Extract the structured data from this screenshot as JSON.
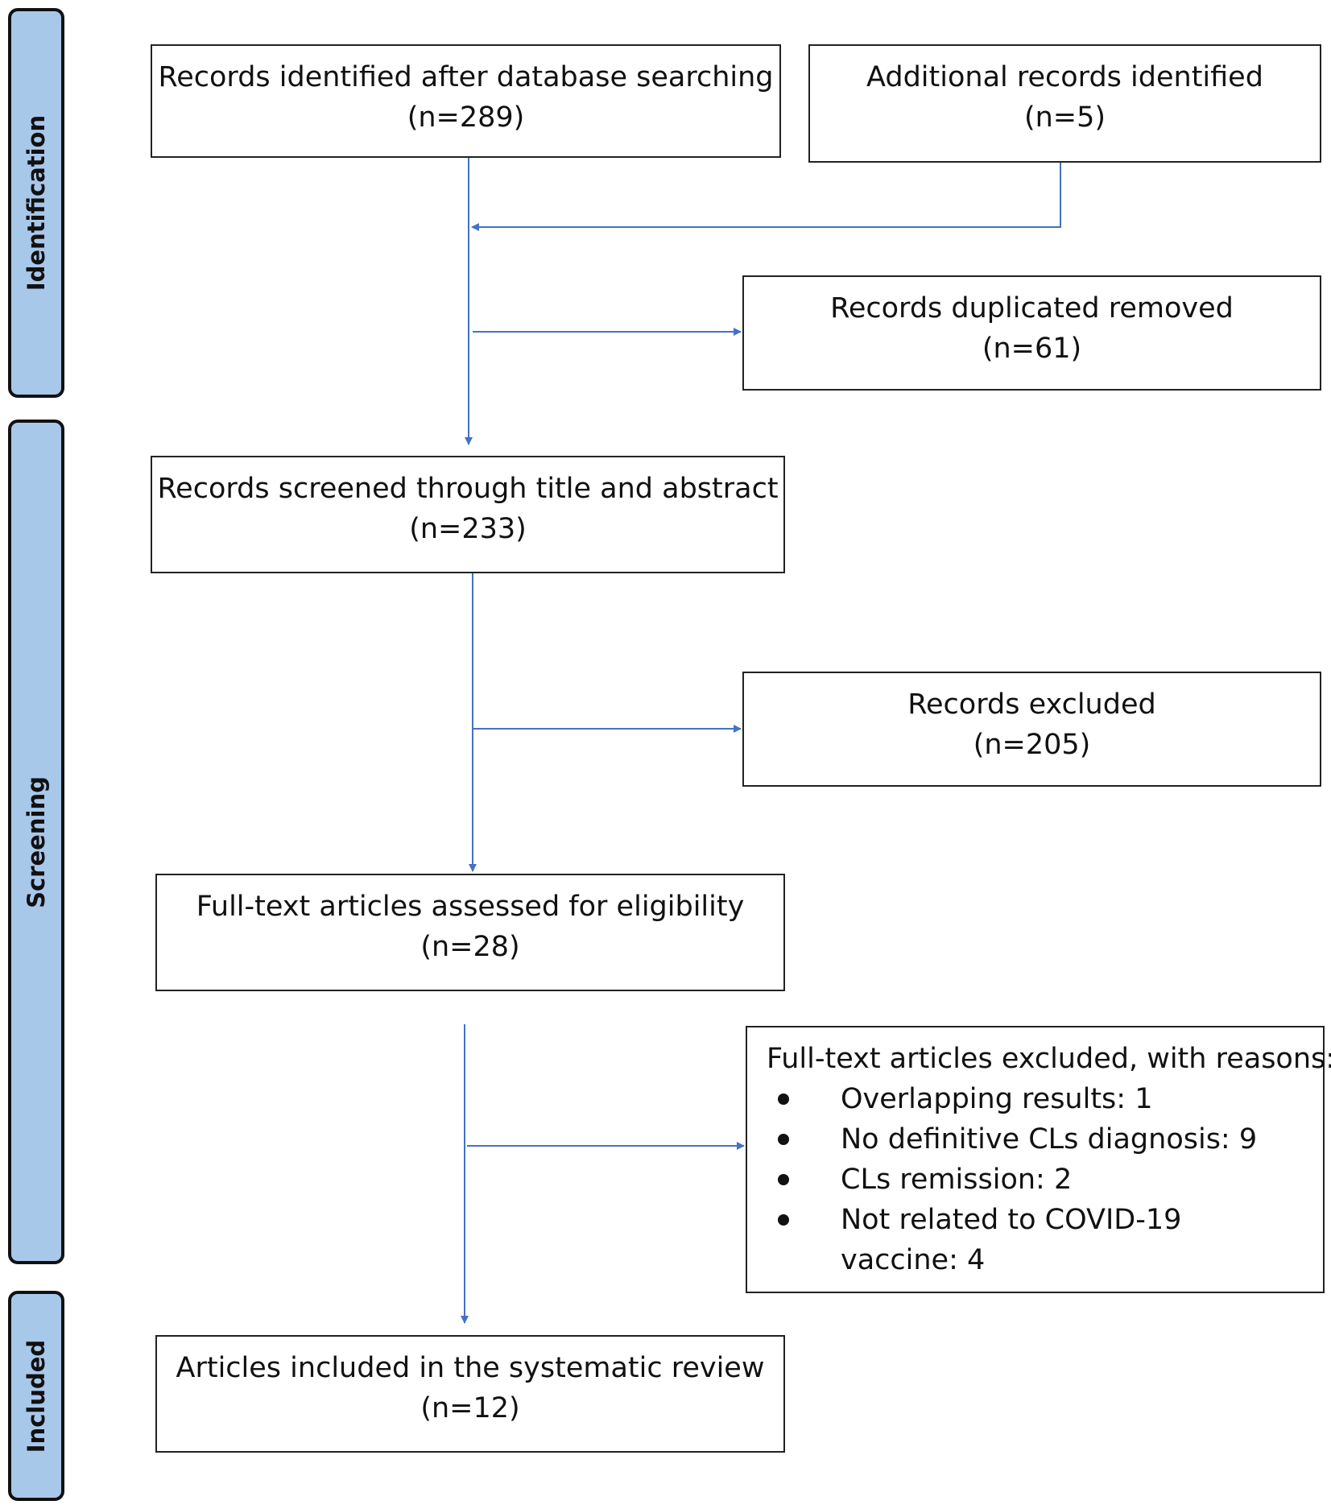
{
  "phases": {
    "identification": "Identification",
    "screening": "Screening",
    "included": "Included"
  },
  "boxes": {
    "database_search": {
      "title": "Records identified after database searching",
      "count": "(n=289)"
    },
    "additional": {
      "title": "Additional records identified",
      "count": "(n=5)"
    },
    "duplicates": {
      "title": "Records duplicated removed",
      "count": "(n=61)"
    },
    "screened": {
      "title": "Records screened through title and abstract",
      "count": "(n=233)"
    },
    "excluded": {
      "title": "Records excluded",
      "count": "(n=205)"
    },
    "fulltext": {
      "title": "Full-text articles assessed for eligibility",
      "count": "(n=28)"
    },
    "fulltext_excluded": {
      "title": "Full-text articles excluded, with reasons:",
      "reasons": [
        "Overlapping results: 1",
        "No definitive CLs diagnosis: 9",
        "CLs remission:  2",
        "Not related to COVID-19 vaccine: 4"
      ]
    },
    "included": {
      "title": "Articles included in the systematic review",
      "count": "(n=12)"
    }
  },
  "colors": {
    "connector": "#4472c4",
    "phase_fill": "#a8c8ea",
    "border": "#222222"
  }
}
